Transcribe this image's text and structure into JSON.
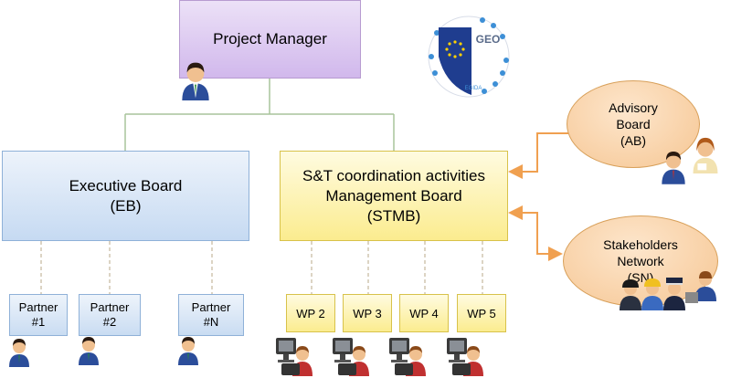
{
  "project_manager": {
    "label": "Project Manager"
  },
  "executive_board": {
    "line1": "Executive Board",
    "line2": "(EB)"
  },
  "stmb": {
    "line1": "S&T coordination activities",
    "line2": "Management Board",
    "line3": "(STMB)"
  },
  "partners": [
    {
      "line1": "Partner",
      "line2": "#1"
    },
    {
      "line1": "Partner",
      "line2": "#2"
    },
    {
      "line1": "Partner",
      "line2": "#N"
    }
  ],
  "work_packages": [
    {
      "label": "WP 2"
    },
    {
      "label": "WP 3"
    },
    {
      "label": "WP 4"
    },
    {
      "label": "WP 5"
    }
  ],
  "advisory_board": {
    "line1": "Advisory",
    "line2": "Board",
    "line3": "(AB)"
  },
  "stakeholders_network": {
    "line1": "Stakeholders",
    "line2": "Network",
    "line3": "(SN)"
  },
  "logo": {
    "right_text": "GEO",
    "bottom_text": "EGIDA"
  },
  "colors": {
    "connector": "#a9c49b",
    "dashed": "#b9a98a",
    "arrow": "#f0a050"
  },
  "icons": [
    "person-icon",
    "computer-icon",
    "eu-stars-icon"
  ]
}
